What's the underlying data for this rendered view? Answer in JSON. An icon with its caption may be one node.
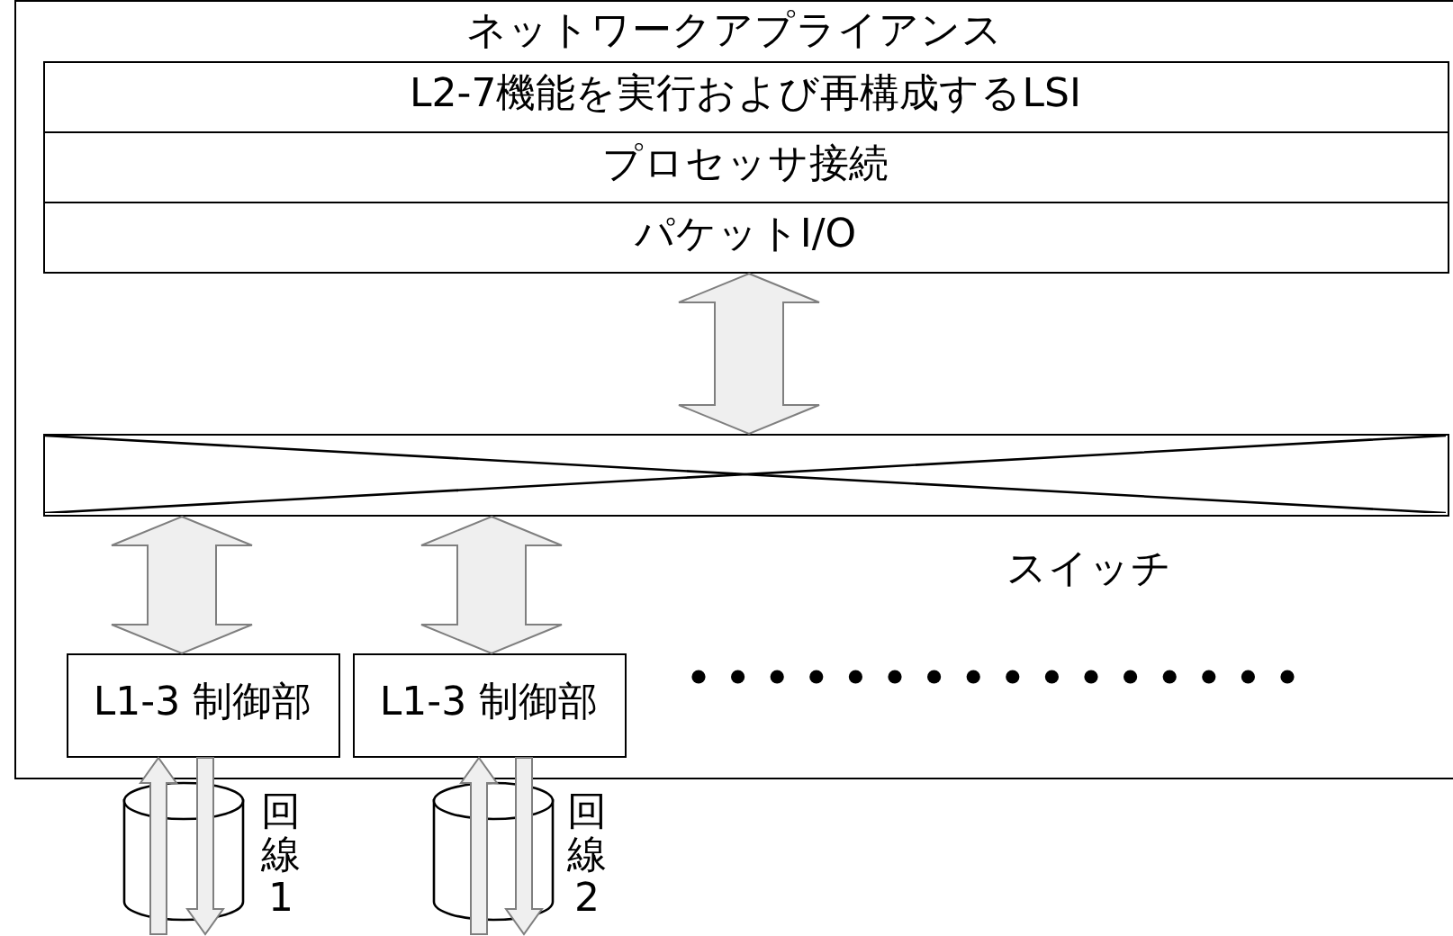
{
  "diagram": {
    "nodes": [
      {
        "text": [
          "ネットワークアプライアンス"
        ]
      },
      {
        "text": [
          "L2-7機能を実行および再構成するLSI"
        ],
        "in": 0
      },
      {
        "text": [
          "プロセッサ接続"
        ],
        "in": 0
      },
      {
        "text": [
          "パケットI/O"
        ],
        "in": 0
      },
      {
        "text": [],
        "shape": "box",
        "in": 0,
        "beside": [
          "スイッチ"
        ]
      },
      {
        "text": [
          "L1-3 制御部"
        ],
        "in": 0
      },
      {
        "text": [
          "L1-3 制御部"
        ],
        "in": 0
      },
      {
        "text": [],
        "shape": "cylinder",
        "beside": [
          "回線1"
        ]
      },
      {
        "text": [],
        "shape": "cylinder",
        "beside": [
          "回線2"
        ]
      }
    ],
    "edges": [
      {
        "from": 3,
        "to": 4,
        "arrow": "both",
        "style": "thick"
      },
      {
        "from": 4,
        "to": 5,
        "arrow": "both",
        "style": "thick"
      },
      {
        "from": 4,
        "to": 6,
        "arrow": "both",
        "style": "thick"
      },
      {
        "from": null,
        "to": 5,
        "arrow": "to"
      },
      {
        "from": 5,
        "to": null,
        "arrow": "to"
      },
      {
        "from": null,
        "to": 6,
        "arrow": "to"
      },
      {
        "from": 6,
        "to": null,
        "arrow": "to"
      }
    ]
  }
}
